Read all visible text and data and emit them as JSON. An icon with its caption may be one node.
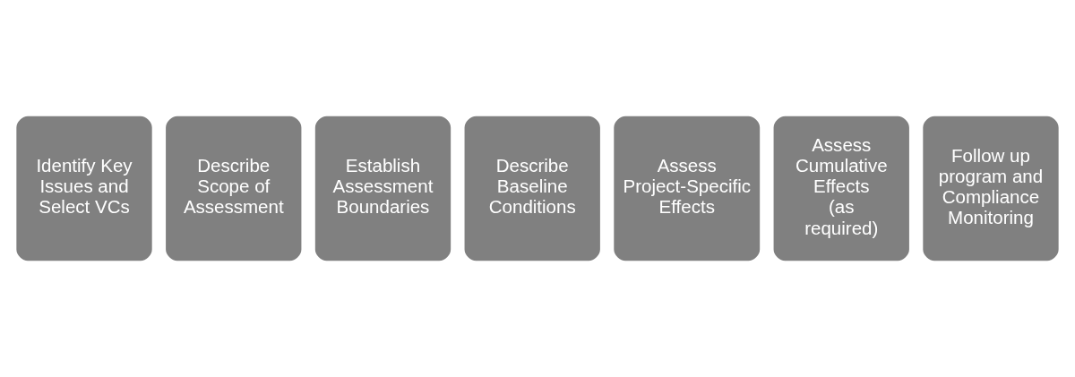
{
  "diagram": {
    "nodes": [
      {
        "text": [
          "Identify Key Issues and Select VCs"
        ]
      },
      {
        "text": [
          "Describe Scope of Assessment"
        ]
      },
      {
        "text": [
          "Establish Assessment Boundaries"
        ]
      },
      {
        "text": [
          "Describe Baseline Conditions"
        ]
      },
      {
        "text": [
          "Assess Project-Specific Effects"
        ]
      },
      {
        "text": [
          "Assess Cumulative Effects",
          "(as required)"
        ]
      },
      {
        "text": [
          "Follow up program and Compliance Monitoring"
        ]
      }
    ],
    "edges": []
  }
}
